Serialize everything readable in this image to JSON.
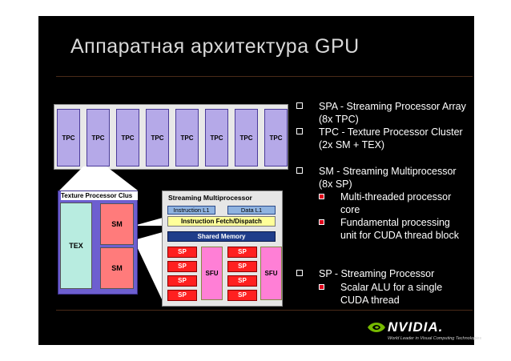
{
  "slide": {
    "title": "Аппаратная архитектура GPU",
    "bullets": [
      {
        "level": 1,
        "text": "SPA - Streaming Processor Array (8x TPC)"
      },
      {
        "level": 1,
        "text": "TPC - Texture Processor Cluster (2x SM + TEX)"
      },
      {
        "level": 1,
        "text": "SM - Streaming Multiprocessor (8x SP)"
      },
      {
        "level": 2,
        "text": "Multi-threaded processor core"
      },
      {
        "level": 2,
        "text": "Fundamental processing unit for CUDA thread block"
      },
      {
        "level": 1,
        "text": "SP - Streaming Processor"
      },
      {
        "level": 2,
        "text": "Scalar ALU for a single CUDA thread"
      }
    ]
  },
  "diagram": {
    "tpc_labels": [
      "TPC",
      "TPC",
      "TPC",
      "TPC",
      "TPC",
      "TPC",
      "TPC",
      "TPC"
    ],
    "texture_cluster": {
      "title": "Texture Processor Clus",
      "tex": "TEX",
      "sm_top": "SM",
      "sm_bottom": "SM"
    },
    "streaming_multiprocessor": {
      "title": "Streaming Multiprocessor",
      "instruction_cache": "Instruction L1",
      "data_cache": "Data L1",
      "fetch": "Instruction Fetch/Dispatch",
      "shared_memory": "Shared Memory",
      "sp_label": "SP",
      "sfu_label": "SFU"
    }
  },
  "logo": {
    "text": "NVIDIA.",
    "tagline": "World Leader in Visual Computing Technologies"
  },
  "colors": {
    "accent_red": "#e0001b",
    "nvidia_green": "#76b900",
    "tpc_purple": "#b5a9e8"
  }
}
